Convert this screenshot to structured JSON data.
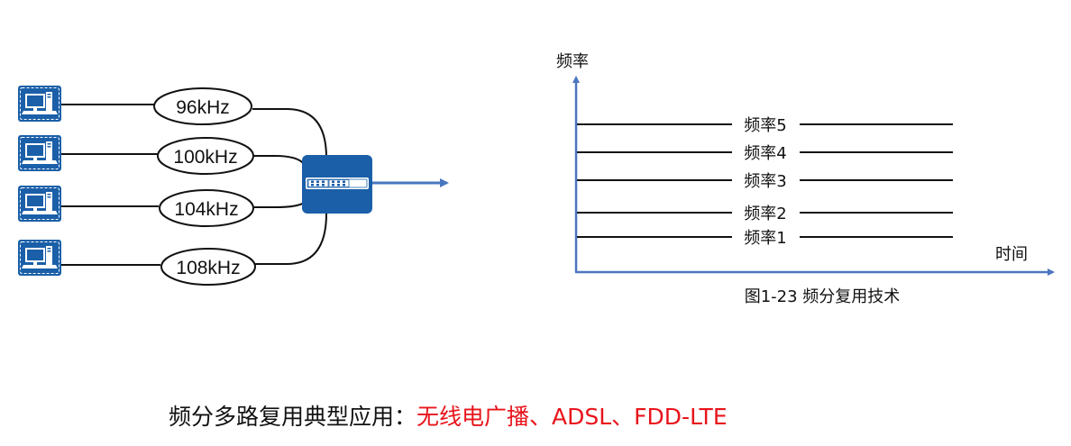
{
  "left_diagram": {
    "channels": [
      {
        "icon": "computer-icon",
        "frequency_label": "96kHz"
      },
      {
        "icon": "computer-icon",
        "frequency_label": "100kHz"
      },
      {
        "icon": "computer-icon",
        "frequency_label": "104kHz"
      },
      {
        "icon": "computer-icon",
        "frequency_label": "108kHz"
      }
    ],
    "multiplexer_icon": "switch-icon",
    "output_icon": "arrow-right-icon"
  },
  "right_diagram": {
    "y_axis_label": "频率",
    "x_axis_label": "时间",
    "bands": [
      {
        "label": "频率5"
      },
      {
        "label": "频率4"
      },
      {
        "label": "频率3"
      },
      {
        "label": "频率2"
      },
      {
        "label": "频率1"
      }
    ],
    "caption": "图1-23 频分复用技术"
  },
  "summary": {
    "prefix": "频分多路复用典型应用：",
    "applications": "无线电广播、ADSL、FDD-LTE"
  },
  "colors": {
    "device_blue": "#1a5fa8",
    "axis_blue": "#4a76bf",
    "highlight_red": "#e8141b"
  }
}
